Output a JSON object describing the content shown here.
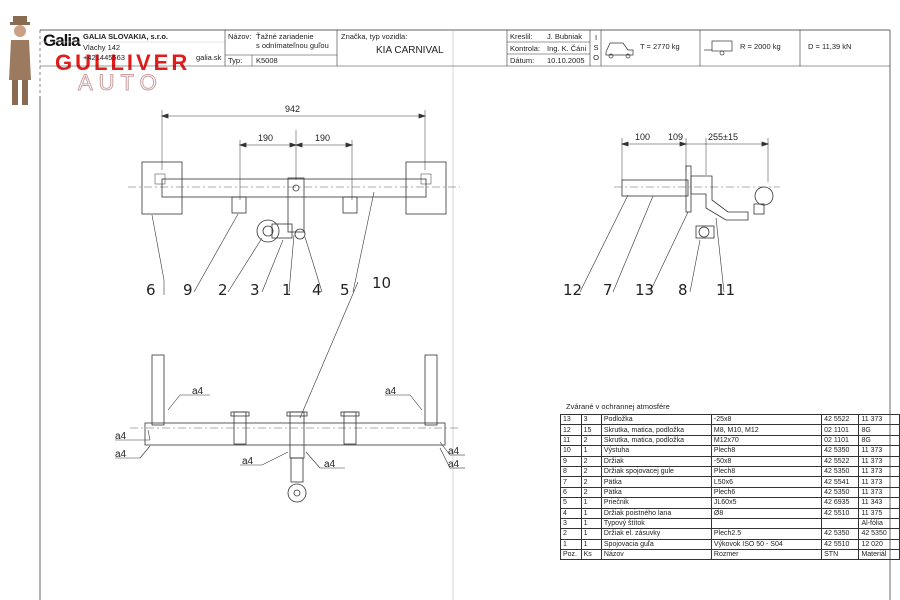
{
  "header": {
    "company": "GALIA SLOVAKIA, s.r.o.",
    "address": "Vlachy 142",
    "phone": "+421445563",
    "web": "galia.sk",
    "name_label": "Názov:",
    "name_value_1": "Ťažné zariadenie",
    "name_value_2": "s odnímateľnou guľou",
    "type_label": "Typ:",
    "type_value": "K5008",
    "make_label": "Značka, typ vozidla:",
    "make_value": "KIA CARNIVAL",
    "drew_label": "Kreslil:",
    "drew_value": "J. Bubniak",
    "check_label": "Kontrola:",
    "check_value": "Ing. K. Čáni",
    "date_label": "Dátum:",
    "date_value": "10.10.2005",
    "iso": "I S O",
    "T": "T = 2770 kg",
    "R": "R = 2000 kg",
    "D": "D = 11,39 kN"
  },
  "logo": {
    "galia": "Galia",
    "gulliver": "GULLIVER",
    "auto": "AUTO"
  },
  "dimensions": {
    "d942": "942",
    "d190a": "190",
    "d190b": "190",
    "d100": "100",
    "d109": "109",
    "d255": "255±15"
  },
  "callouts_front": [
    "6",
    "9",
    "2",
    "3",
    "1",
    "4",
    "5",
    "10"
  ],
  "callouts_side": [
    "12",
    "7",
    "13",
    "8",
    "11"
  ],
  "welds": [
    "a4",
    "a4",
    "a4",
    "a4",
    "a4",
    "a4",
    "a4",
    "a4"
  ],
  "bom": {
    "title": "Zvárané v ochrannej atmosfére",
    "rows": [
      [
        "13",
        "3",
        "Podložka",
        "-25x8",
        "42 5522",
        "11 373"
      ],
      [
        "12",
        "15",
        "Skrutka, matica, podložka",
        "M8, M10, M12",
        "02 1101",
        "8G"
      ],
      [
        "11",
        "2",
        "Skrutka, matica, podložka",
        "M12x70",
        "02 1101",
        "8G"
      ],
      [
        "10",
        "1",
        "Výstuha",
        "Plech8",
        "42 5350",
        "11 373"
      ],
      [
        "9",
        "2",
        "Držiak",
        "-50x8",
        "42 5522",
        "11 373"
      ],
      [
        "8",
        "2",
        "Držiak spojovacej gule",
        "Plech8",
        "42 5350",
        "11 373"
      ],
      [
        "7",
        "2",
        "Pätka",
        "L50x6",
        "42 5541",
        "11 373"
      ],
      [
        "6",
        "2",
        "Pätka",
        "Plech6",
        "42 5350",
        "11 373"
      ],
      [
        "5",
        "1",
        "Priečnik",
        "JL60x5",
        "42 6935",
        "11 343"
      ],
      [
        "4",
        "1",
        "Držiak poistného lana",
        "Ø8",
        "42 5510",
        "11 375"
      ],
      [
        "3",
        "1",
        "Typový štítok",
        "",
        "",
        "Al-fólia"
      ],
      [
        "2",
        "1",
        "Držiak el. zásuvky",
        "Plech2.5",
        "42 5350",
        "42 5350"
      ],
      [
        "1",
        "1",
        "Spojovacia guľa",
        "Výkovok ISO 50 - S04",
        "42 5510",
        "12 020"
      ],
      [
        "Poz.",
        "Ks",
        "Názov",
        "Rozmer",
        "STN",
        "Materiál"
      ]
    ]
  }
}
